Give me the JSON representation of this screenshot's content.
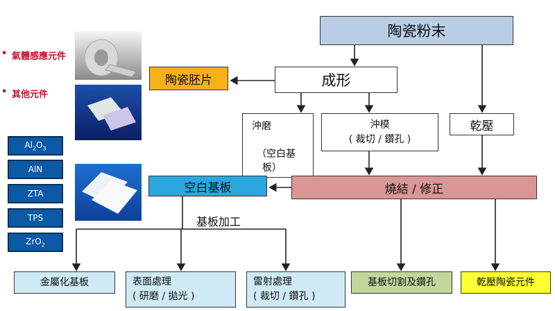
{
  "legend": {
    "bullet": "•",
    "gas_sensor": "氣體感應元件",
    "other": "其他元件"
  },
  "materials": [
    "Al2O3",
    "AlN",
    "ZTA",
    "TPS",
    "ZrO2"
  ],
  "nodes": {
    "powder": "陶瓷粉末",
    "green": "陶瓷胚片",
    "forming": "成形",
    "punchgrind": {
      "line1": "沖磨",
      "line2": "（空白基",
      "line3": "板）"
    },
    "punchmold": {
      "line1": "沖模",
      "line2": "( 裁切 / 鑽孔 )"
    },
    "drypress": "乾壓",
    "blank": "空白基板",
    "sinter": "燒結 / 修正",
    "processing": "基板加工",
    "metal": "金屬化基板",
    "surface": {
      "line1": "表面處理",
      "line2": "( 研磨 / 拋光 )"
    },
    "laser": {
      "line1": "雷射處理",
      "line2": "( 裁切 / 鑽孔 )"
    },
    "cutdrill": "基板切割及鑽孔",
    "drycomp": "乾壓陶瓷元件"
  },
  "colors": {
    "powder": "#b9cde5",
    "green": "#f6b117",
    "blank": "#29a8df",
    "sinter": "#d99694",
    "light_blue": "#cfeaf5",
    "light_green": "#c3d69b",
    "yellow": "#ffff33",
    "material_blue": "#0c5aa6",
    "legend_red": "#c0142a"
  }
}
